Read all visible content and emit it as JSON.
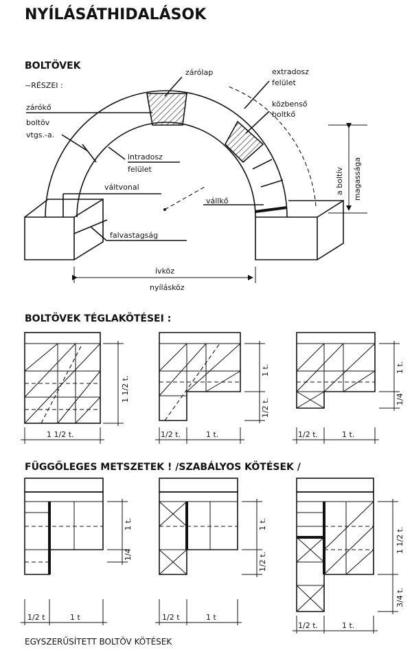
{
  "page_title": "NYÍLÁSÁTHIDALÁSOK",
  "section_arch": {
    "heading": "BOLTÖVEK",
    "subheading": "~RÉSZEI :",
    "labels": {
      "zarolap": "zárólap",
      "extrados_1": "extradosz",
      "extrados_2": "felület",
      "zarokő": "zárókő",
      "kozbenso_1": "közbenső",
      "kozbenso_2": "boltkő",
      "boltov_1": "boltöv",
      "boltov_2": "vtgs.-a.",
      "intrados_1": "intradosz",
      "intrados_2": "felület",
      "valtvonal": "váltvonal",
      "vallko": "vállkő",
      "falvastagsag": "falvastagság",
      "ivkoz": "ívköz",
      "nyilaskoz": "nyílásköz",
      "magassag_1": "a boltív",
      "magassag_2": "magassága"
    }
  },
  "section_bonds": {
    "heading": "BOLTÖVEK TÉGLAKÖTÉSEI :",
    "dims": {
      "d_1_5_t_v": "1 1/2 t.",
      "d_1_5_t_h": "1 1/2 t.",
      "d_1_t_v": "1 t.",
      "d_half_t_v": "1/2 t.",
      "d_half_t_h": "1/2 t.",
      "d_1t_h": "1 t.",
      "d_1t_v3": "1 t.",
      "d_quarter_v": "1/4",
      "d_half_t_h3": "1/2 t.",
      "d_1t_h3": "1 t."
    }
  },
  "section_sections": {
    "heading": "FÜGGŐLEGES METSZETEK ! /SZABÁLYOS KÖTÉSEK /",
    "dims": {
      "s1_1t": "1 t.",
      "s1_quarter": "1/4",
      "s1_half": "1/2 t",
      "s1_one": "1 t",
      "s2_1t": "1 t.",
      "s2_half_v": "1/2 t.",
      "s2_half": "1/2 t",
      "s2_one": "1 t",
      "s3_1_5t": "1 1/2 t.",
      "s3_3_4t": "3/4 t.",
      "s3_half": "1/2 t.",
      "s3_one": "1 t."
    }
  },
  "footer": "EGYSZERŰSÍTETT BOLTÖV KÖTÉSEK"
}
